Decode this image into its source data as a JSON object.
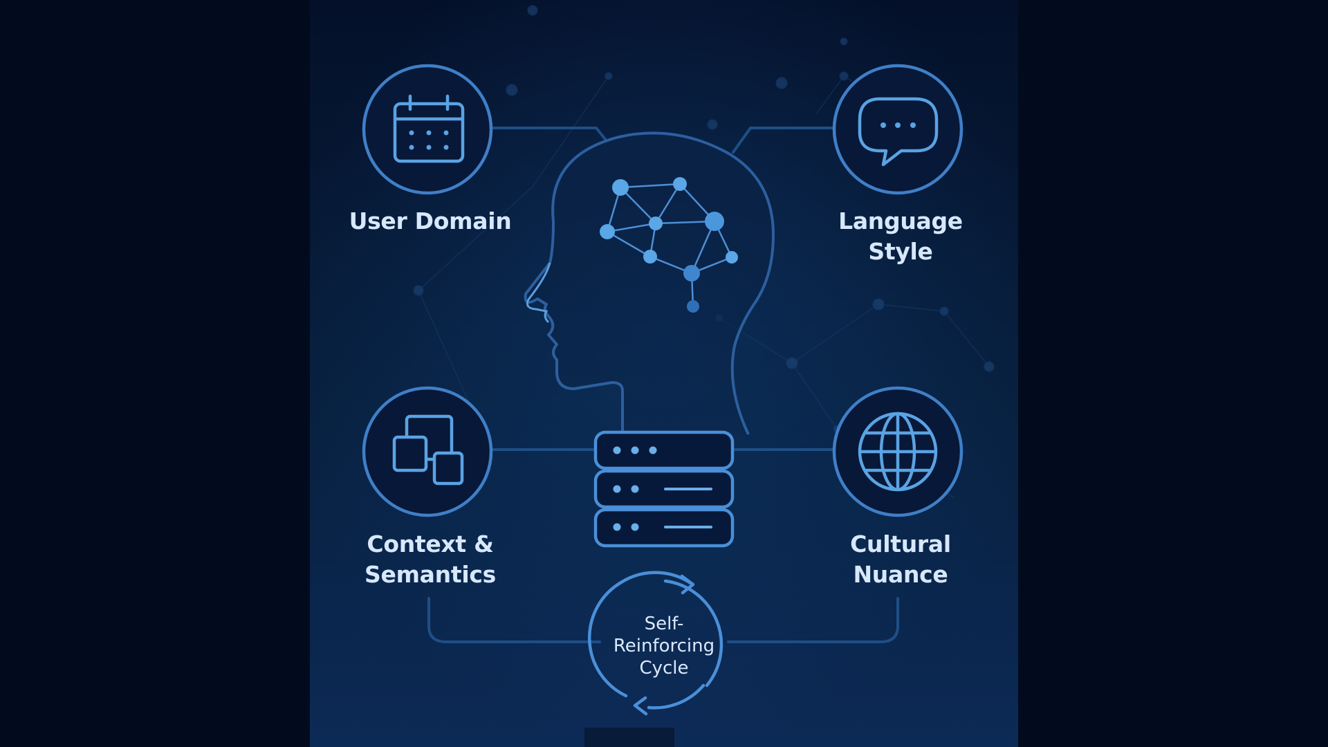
{
  "nodes": [
    {
      "id": "user-domain",
      "label": "User Domain",
      "icon": "calendar-icon"
    },
    {
      "id": "language-style",
      "label": "Language\nStyle",
      "icon": "chat-bubble-icon"
    },
    {
      "id": "context-semantics",
      "label": "Context &\nSemantics",
      "icon": "stacked-windows-icon"
    },
    {
      "id": "cultural-nuance",
      "label": "Cultural\nNuance",
      "icon": "globe-icon"
    }
  ],
  "center": {
    "head_icon": "human-head-neural-network-icon",
    "database_icon": "server-database-icon"
  },
  "cycle": {
    "label": "Self-\nReinforcing\nCycle",
    "icon": "circular-arrows-icon"
  },
  "colors": {
    "background_outer": "#020b1d",
    "panel_top": "#06132c",
    "panel_bottom": "#0b2650",
    "stroke": "#3f7fc7",
    "node_fill": "#5aa6e6",
    "text": "#d8e8fb"
  }
}
